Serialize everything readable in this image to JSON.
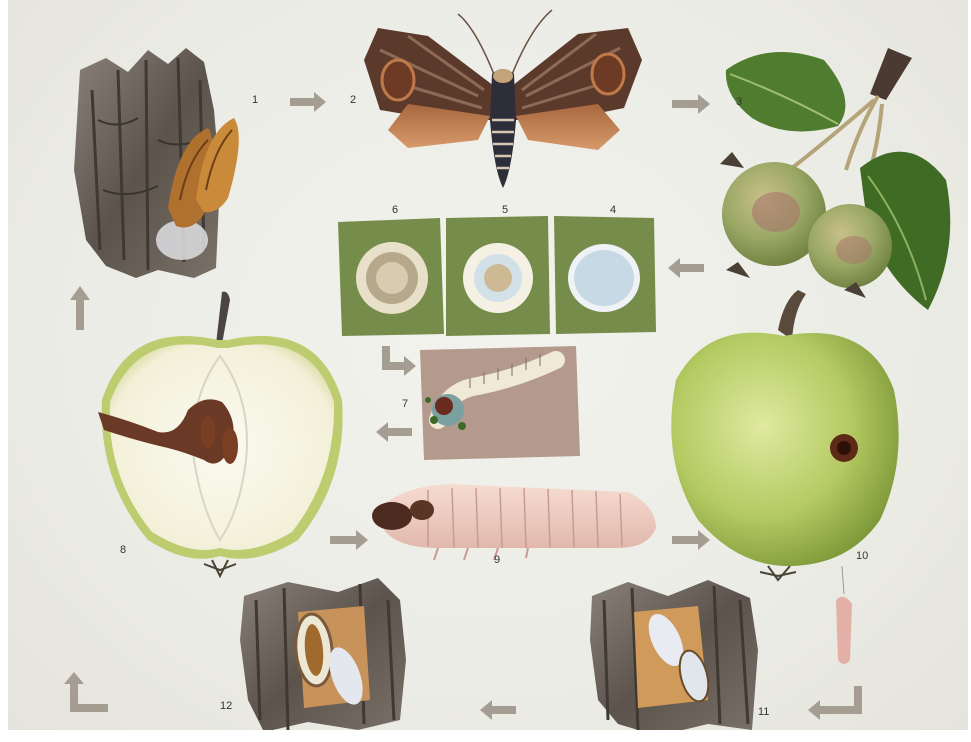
{
  "stage_labels": [
    "1",
    "2",
    "3",
    "4",
    "5",
    "6",
    "7",
    "8",
    "9",
    "10",
    "11",
    "12"
  ],
  "colors": {
    "background": "#eeeee8",
    "arrow": "#a59c92",
    "bark": "#6b6259",
    "moth_wing": "#5b3a2c",
    "apple_green": "#b8cc6a",
    "leaf_green": "#4f7c2e",
    "egg_leaf": "#758c4a",
    "larva_pink": "#efcfc5"
  },
  "icons": [
    "arrow-icon",
    "corner-arrow-icon"
  ]
}
